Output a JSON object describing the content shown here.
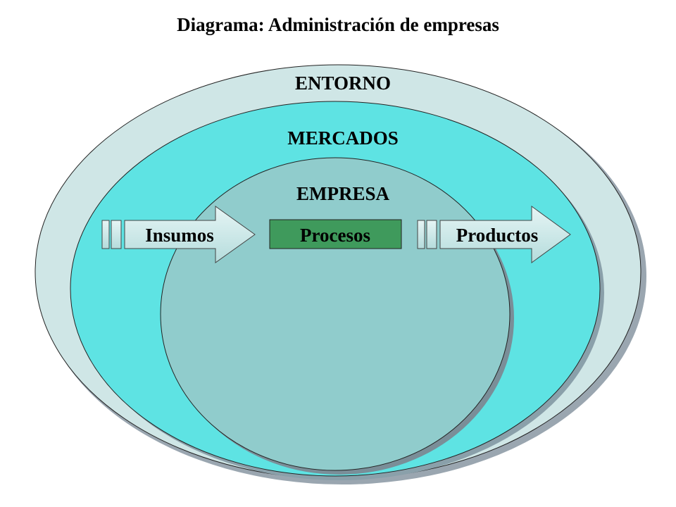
{
  "title": "Diagrama: Administración de empresas",
  "layers": {
    "entorno": "ENTORNO",
    "mercados": "MERCADOS",
    "empresa": "EMPRESA"
  },
  "flow": {
    "input": "Insumos",
    "process": "Procesos",
    "output": "Productos"
  },
  "colors": {
    "entorno": "#cfe6e6",
    "mercados": "#5ee3e3",
    "empresa": "#90cccc",
    "process_box": "#3f9a5c",
    "arrow": "#bfe6e6",
    "shadow": "#9aa6b0"
  }
}
